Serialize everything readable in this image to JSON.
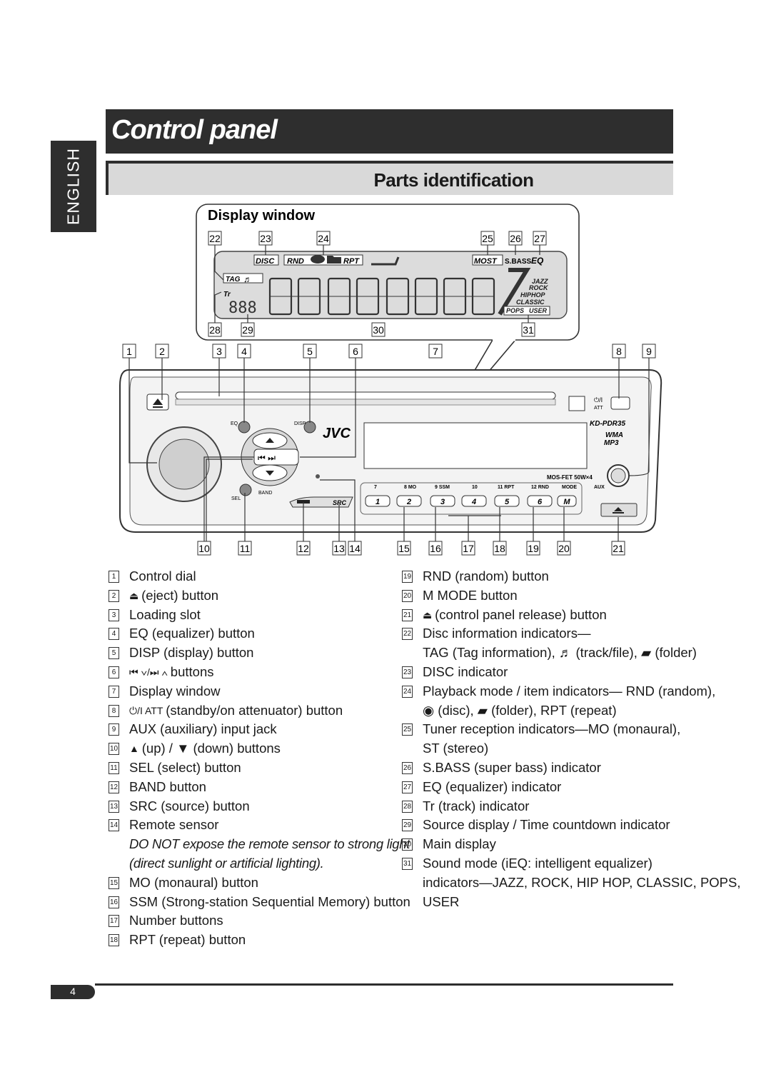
{
  "header": {
    "title": "Control panel",
    "language_tab": "ENGLISH"
  },
  "section": {
    "title": "Parts identification"
  },
  "display_window": {
    "title": "Display window",
    "labels": {
      "disc": "DISC",
      "rnd": "RND",
      "rpt": "RPT",
      "most": "MOST",
      "sbass": "S.BASS",
      "eq": "EQ",
      "tag": "TAG",
      "tr": "Tr",
      "modes": [
        "JAZZ",
        "ROCK",
        "HIPHOP",
        "CLASSIC",
        "POPS",
        "USER"
      ]
    }
  },
  "unit": {
    "brand": "JVC",
    "model": "KD-PDR35",
    "formats": [
      "WMA",
      "MP3"
    ],
    "power": "MOS-FET 50W×4",
    "small_labels": {
      "eq": "EQ",
      "disp": "DISP",
      "sel": "SEL",
      "band": "BAND",
      "src": "SRC",
      "att": "ATT",
      "mode": "MODE",
      "aux": "AUX"
    },
    "preset_top_labels": [
      "7",
      "8 MO",
      "9 SSM",
      "10",
      "11 RPT",
      "12 RND",
      "MODE",
      "AUX"
    ],
    "preset_buttons": [
      "1",
      "2",
      "3",
      "4",
      "5",
      "6",
      "M"
    ]
  },
  "callouts": {
    "top": [
      "1",
      "2",
      "3",
      "4",
      "5",
      "6",
      "7",
      "8",
      "9"
    ],
    "bottom": [
      "10",
      "11",
      "12",
      "13",
      "14",
      "15",
      "16",
      "17",
      "18",
      "19",
      "20",
      "21"
    ],
    "display_top": [
      "22",
      "23",
      "24",
      "25",
      "26",
      "27"
    ],
    "display_bottom": [
      "28",
      "29",
      "30",
      "31"
    ]
  },
  "parts_left": [
    {
      "num": "1",
      "text": "Control dial"
    },
    {
      "num": "2",
      "icon": "eject-icon",
      "text": "(eject) button"
    },
    {
      "num": "3",
      "text": "Loading slot"
    },
    {
      "num": "4",
      "text": "EQ (equalizer) button"
    },
    {
      "num": "5",
      "text": "DISP (display) button"
    },
    {
      "num": "6",
      "icon": "skip-buttons-icon",
      "text": "buttons"
    },
    {
      "num": "7",
      "text": "Display window"
    },
    {
      "num": "8",
      "icon": "power-att-icon",
      "text": "(standby/on attenuator) button"
    },
    {
      "num": "9",
      "text": "AUX (auxiliary) input jack"
    },
    {
      "num": "10",
      "icon": "up-arrow-icon",
      "text": "(up) / ▼ (down) buttons"
    },
    {
      "num": "11",
      "text": "SEL (select) button"
    },
    {
      "num": "12",
      "text": "BAND button"
    },
    {
      "num": "13",
      "text": "SRC (source) button"
    },
    {
      "num": "14",
      "text": "Remote sensor"
    },
    {
      "num": "15",
      "text": "MO (monaural) button"
    },
    {
      "num": "16",
      "text": "SSM (Strong-station Sequential Memory) button"
    },
    {
      "num": "17",
      "text": "Number buttons"
    },
    {
      "num": "18",
      "text": "RPT (repeat) button"
    }
  ],
  "remote_note": [
    "DO NOT expose the remote sensor to strong light",
    "(direct sunlight or artificial lighting)."
  ],
  "parts_right": [
    {
      "num": "19",
      "text": "RND (random) button"
    },
    {
      "num": "20",
      "text": "M MODE button"
    },
    {
      "num": "21",
      "icon": "release-icon",
      "text": "(control panel release) button"
    },
    {
      "num": "22",
      "text": "Disc information indicators—",
      "cont": "TAG (Tag information), ♬ (track/file), ▰ (folder)"
    },
    {
      "num": "23",
      "text": "DISC indicator"
    },
    {
      "num": "24",
      "text": "Playback mode / item indicators— RND (random),",
      "cont": "◉ (disc), ▰ (folder), RPT (repeat)"
    },
    {
      "num": "25",
      "text": "Tuner reception indicators—MO (monaural),",
      "cont": "ST (stereo)"
    },
    {
      "num": "26",
      "text": "S.BASS (super bass) indicator"
    },
    {
      "num": "27",
      "text": "EQ (equalizer) indicator"
    },
    {
      "num": "28",
      "text": "Tr (track) indicator"
    },
    {
      "num": "29",
      "text": "Source display / Time countdown indicator"
    },
    {
      "num": "30",
      "text": "Main display"
    },
    {
      "num": "31",
      "text": "Sound mode (iEQ: intelligent equalizer)",
      "cont": "indicators—JAZZ, ROCK, HIP HOP, CLASSIC, POPS,",
      "cont2": "USER"
    }
  ],
  "footer": {
    "page_number": "4"
  }
}
